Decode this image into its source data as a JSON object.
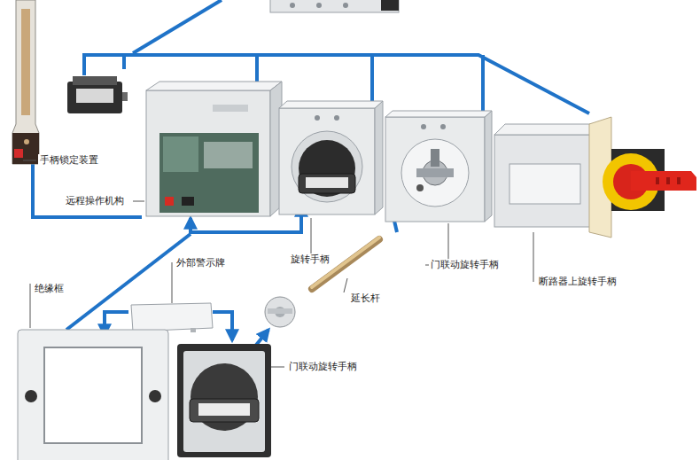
{
  "diagram": {
    "labels": [
      "手柄锁定装置",
      "远程操作机构",
      "旋转手柄",
      "门联动旋转手柄",
      "断路器上旋转手柄",
      "延长杆",
      "外部警示牌",
      "绝缘框",
      "门联动旋转手柄"
    ]
  }
}
